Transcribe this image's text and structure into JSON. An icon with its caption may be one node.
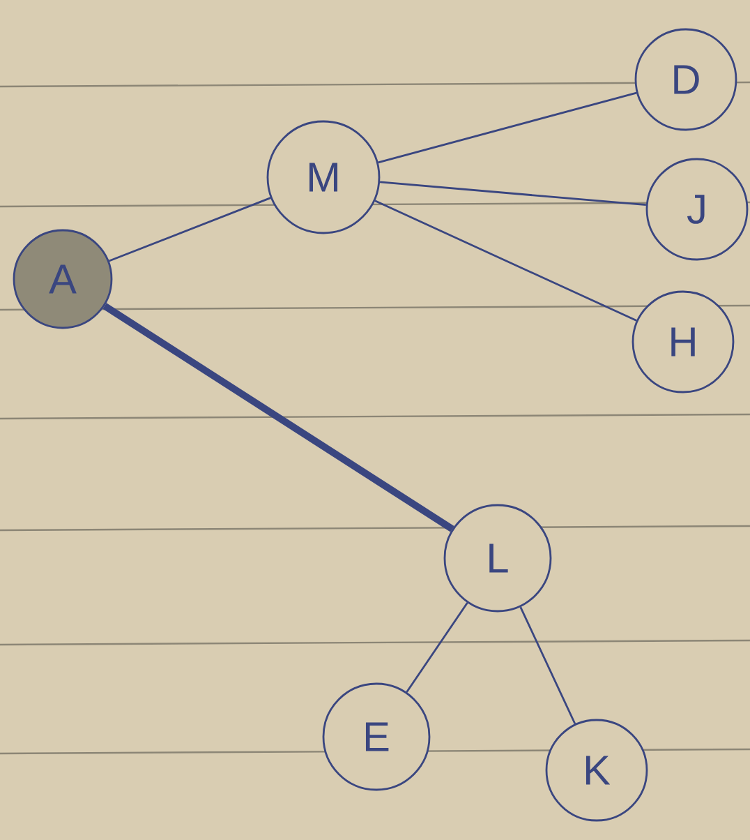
{
  "diagram": {
    "nodes": [
      {
        "text": [
          "A"
        ]
      },
      {
        "text": [
          "M"
        ]
      },
      {
        "text": [
          "D"
        ]
      },
      {
        "text": [
          "J"
        ]
      },
      {
        "text": [
          "H"
        ]
      },
      {
        "text": [
          "L"
        ]
      },
      {
        "text": [
          "E"
        ]
      },
      {
        "text": [
          "K"
        ]
      }
    ],
    "edges": [
      {
        "from": 0,
        "to": 1,
        "arrow": "none"
      },
      {
        "from": 1,
        "to": 2,
        "arrow": "none"
      },
      {
        "from": 1,
        "to": 3,
        "arrow": "none"
      },
      {
        "from": 1,
        "to": 4,
        "arrow": "none"
      },
      {
        "from": 0,
        "to": 5,
        "arrow": "none",
        "style": "thick"
      },
      {
        "from": 5,
        "to": 6,
        "arrow": "none"
      },
      {
        "from": 5,
        "to": 7,
        "arrow": "none"
      }
    ]
  }
}
